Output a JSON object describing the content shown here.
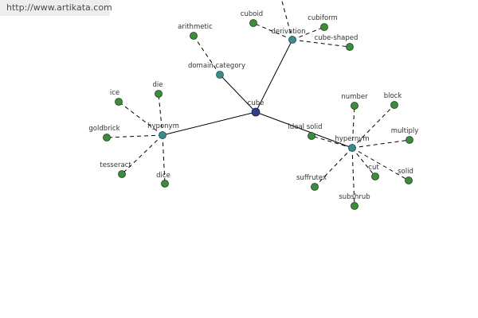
{
  "header": {
    "url": "http://www.artikata.com"
  },
  "colors": {
    "center": "#2f3e87",
    "relation": "#3b8b8b",
    "leaf": "#3c8c3c",
    "edge": "#000000"
  },
  "graph": {
    "center": "cube",
    "relations": [
      {
        "id": "domain-category",
        "label": "domain category",
        "leaves": [
          "arithmetic"
        ]
      },
      {
        "id": "derivation",
        "label": "derivation",
        "leaves": [
          "cuboid",
          "cubiform",
          "cube-shaped",
          ""
        ]
      },
      {
        "id": "hyponym",
        "label": "hyponym",
        "leaves": [
          "ice",
          "die",
          "goldbrick",
          "tesseract",
          "dice"
        ]
      },
      {
        "id": "hypernym",
        "label": "hypernym",
        "leaves": [
          "ideal solid",
          "number",
          "block",
          "multiply",
          "solid",
          "cut",
          "subshrub",
          "suffrutex"
        ]
      }
    ]
  }
}
